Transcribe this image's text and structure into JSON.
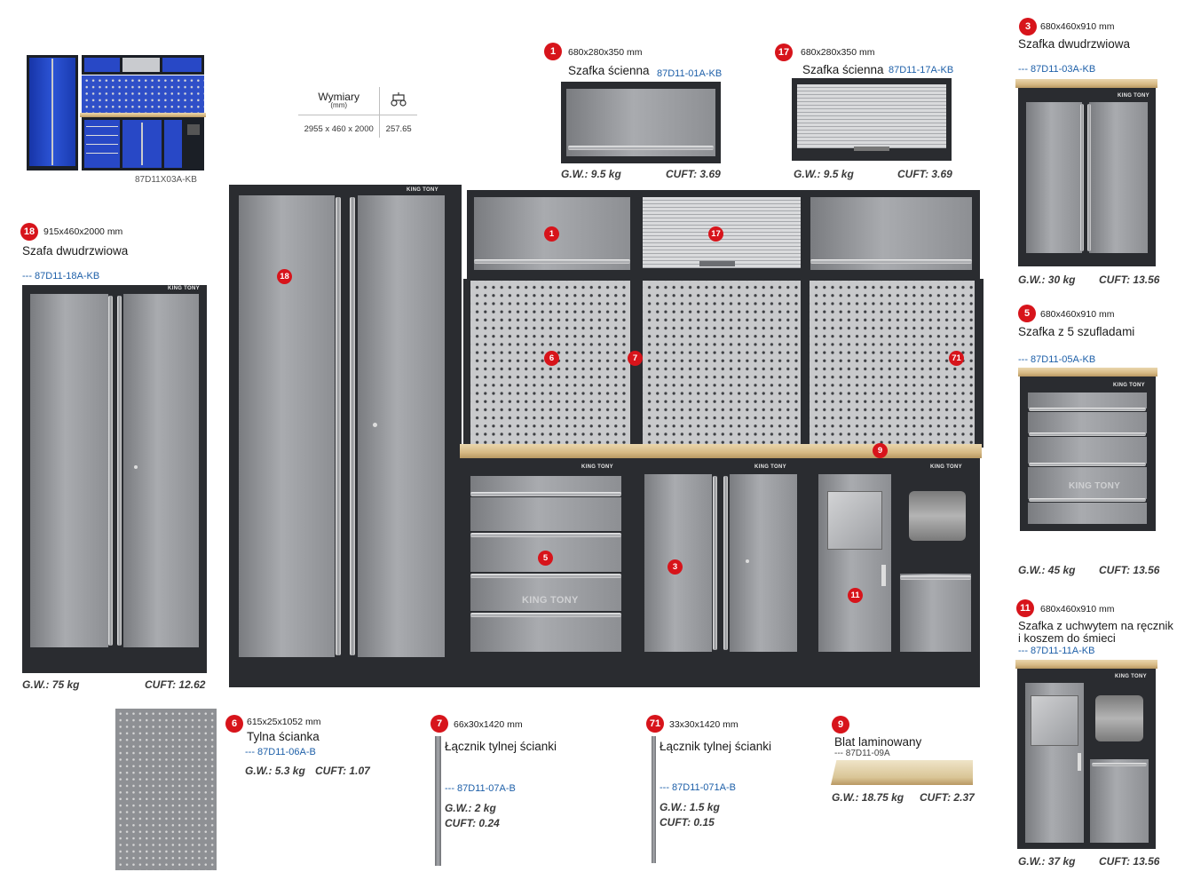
{
  "overview": {
    "code": "87D11X03A-KB"
  },
  "spec_table": {
    "header_label": "Wymiary",
    "header_unit": "(mm)",
    "dimensions": "2955 x 460 x 2000",
    "weight": "257.65"
  },
  "products": {
    "p1": {
      "num": "1",
      "dims": "680x280x350 mm",
      "name": "Szafka ścienna",
      "code": "87D11-01A-KB",
      "gw": "G.W.: 9.5 kg",
      "cuft": "CUFT: 3.69"
    },
    "p17": {
      "num": "17",
      "dims": "680x280x350 mm",
      "name": "Szafka ścienna",
      "code": "87D11-17A-KB",
      "gw": "G.W.: 9.5 kg",
      "cuft": "CUFT: 3.69"
    },
    "p3": {
      "num": "3",
      "dims": "680x460x910 mm",
      "name": "Szafka dwudrzwiowa",
      "code": "--- 87D11-03A-KB",
      "gw": "G.W.: 30 kg",
      "cuft": "CUFT: 13.56"
    },
    "p18": {
      "num": "18",
      "dims": "915x460x2000 mm",
      "name": "Szafa dwudrzwiowa",
      "code": "--- 87D11-18A-KB",
      "gw": "G.W.: 75 kg",
      "cuft": "CUFT: 12.62"
    },
    "p5": {
      "num": "5",
      "dims": "680x460x910 mm",
      "name": "Szafka z 5 szufladami",
      "code": "--- 87D11-05A-KB",
      "gw": "G.W.: 45 kg",
      "cuft": "CUFT: 13.56"
    },
    "p11": {
      "num": "11",
      "dims": "680x460x910 mm",
      "name_line1": "Szafka z  uchwytem  na ręcznik",
      "name_line2": "i koszem do śmieci",
      "code": "--- 87D11-11A-KB",
      "gw": "G.W.: 37 kg",
      "cuft": "CUFT: 13.56"
    },
    "p6": {
      "num": "6",
      "dims": "615x25x1052 mm",
      "name": "Tylna ścianka",
      "code": "--- 87D11-06A-B",
      "gw": "G.W.: 5.3 kg",
      "cuft": "CUFT: 1.07"
    },
    "p7": {
      "num": "7",
      "dims": "66x30x1420 mm",
      "name": "Łącznik tylnej ścianki",
      "code": "--- 87D11-07A-B",
      "gw": "G.W.: 2 kg",
      "cuft": "CUFT: 0.24"
    },
    "p71": {
      "num": "71",
      "dims": "33x30x1420 mm",
      "name": "Łącznik tylnej ścianki",
      "code": "--- 87D11-071A-B",
      "gw": "G.W.: 1.5 kg",
      "cuft": "CUFT: 0.15"
    },
    "p9": {
      "num": "9",
      "name": "Blat laminowany",
      "code": "--- 87D11-09A",
      "gw": "G.W.: 18.75 kg",
      "cuft": "CUFT: 2.37"
    }
  },
  "callouts": {
    "c18": "18",
    "c1": "1",
    "c17": "17",
    "c6": "6",
    "c7": "7",
    "c71": "71",
    "c9": "9",
    "c5": "5",
    "c3": "3",
    "c11": "11"
  },
  "brand_logo": "KING TONY",
  "colors": {
    "badge": "#d7141b",
    "code_blue": "#1d5fa8",
    "panel_grey": "#a9abaf",
    "frame_dark": "#2a2c30",
    "wood": "#d6b984",
    "overview_blue": "#1f3fae"
  }
}
